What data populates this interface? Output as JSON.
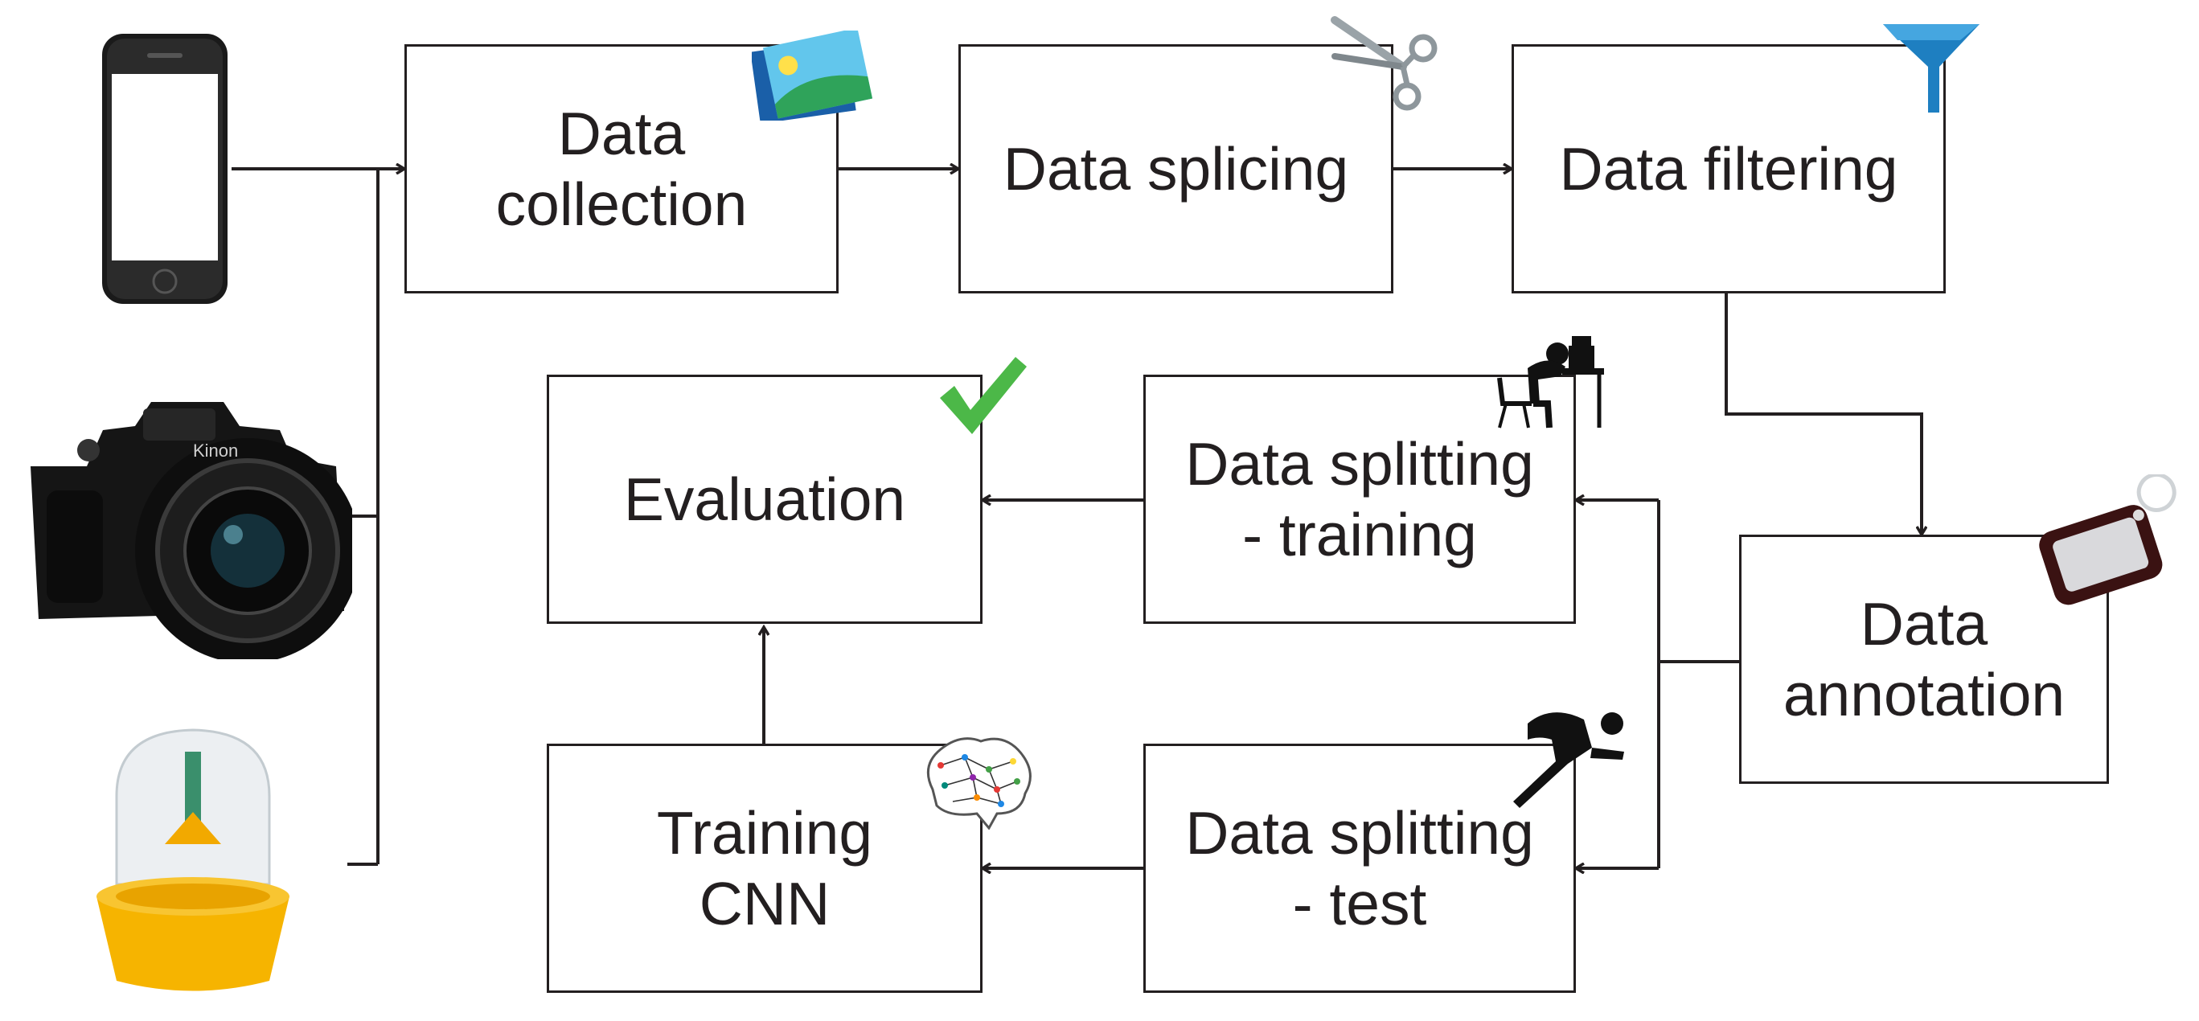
{
  "diagram": {
    "nodes": {
      "data_collection": {
        "label": "Data\ncollection"
      },
      "data_splicing": {
        "label": "Data splicing"
      },
      "data_filtering": {
        "label": "Data filtering"
      },
      "data_annotation": {
        "label": "Data\nannotation"
      },
      "splitting_training": {
        "label": "Data splitting\n- training"
      },
      "splitting_test": {
        "label": "Data splitting\n- test"
      },
      "evaluation": {
        "label": "Evaluation"
      },
      "training_cnn": {
        "label": "Training\nCNN"
      }
    },
    "edges": [
      {
        "from": "sources",
        "to": "data_collection"
      },
      {
        "from": "data_collection",
        "to": "data_splicing"
      },
      {
        "from": "data_splicing",
        "to": "data_filtering"
      },
      {
        "from": "data_filtering",
        "to": "data_annotation"
      },
      {
        "from": "data_annotation",
        "to": "splitting_training"
      },
      {
        "from": "data_annotation",
        "to": "splitting_test"
      },
      {
        "from": "splitting_training",
        "to": "evaluation"
      },
      {
        "from": "splitting_test",
        "to": "training_cnn"
      },
      {
        "from": "training_cnn",
        "to": "evaluation"
      }
    ],
    "camera_brand": "Kinon",
    "icons": {
      "sources": [
        "smartphone-icon",
        "camera-icon",
        "insect-trap-icon"
      ],
      "data_collection": "image-gallery-icon",
      "data_splicing": "scissors-icon",
      "data_filtering": "funnel-icon",
      "data_annotation": "tag-icon",
      "splitting_training": "person-studying-icon",
      "splitting_test": "runner-icon",
      "evaluation": "checkmark-icon",
      "training_cnn": "brain-network-icon"
    },
    "colors": {
      "stroke": "#231f20",
      "check": "#4cb848",
      "trap": "#f6b400",
      "funnel": "#1e7fc1"
    }
  }
}
